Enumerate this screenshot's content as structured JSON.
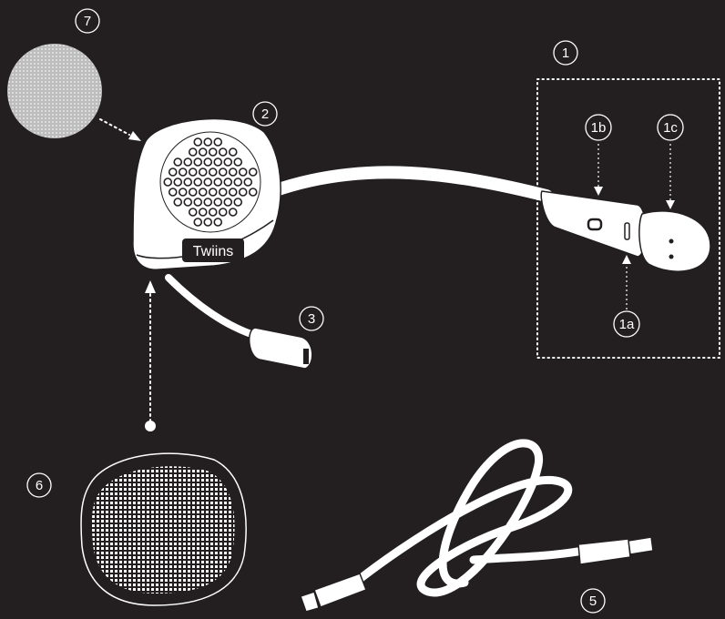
{
  "figure": {
    "brand_label": "Twiins",
    "callouts": {
      "c1": "1",
      "c1a": "1a",
      "c1b": "1b",
      "c1c": "1c",
      "c2": "2",
      "c3": "3",
      "c5": "5",
      "c6": "6",
      "c7": "7"
    },
    "colors": {
      "background": "#231f20",
      "line": "#ffffff",
      "mesh": "#cccccc"
    }
  }
}
